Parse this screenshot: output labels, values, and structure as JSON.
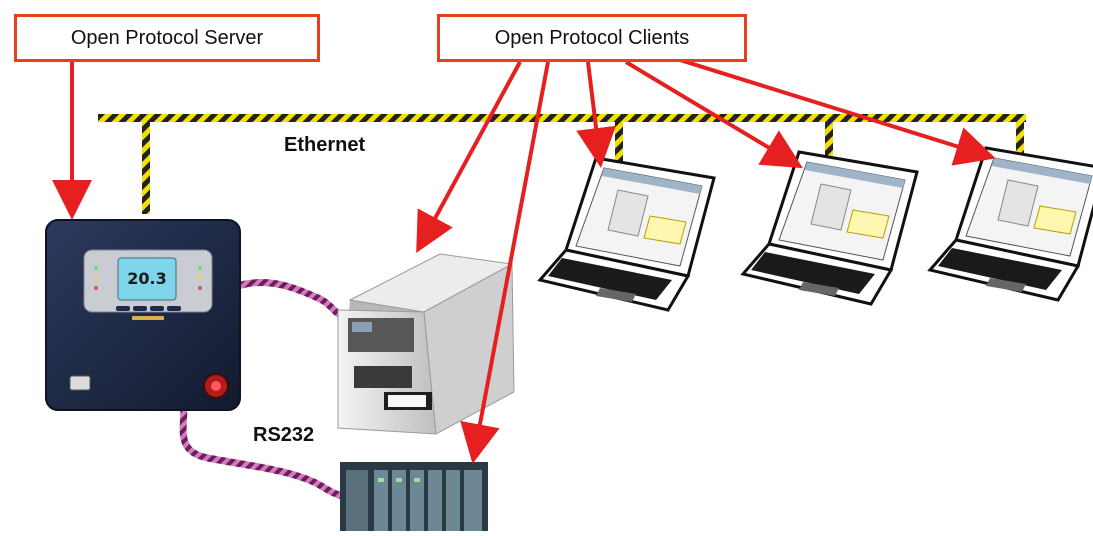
{
  "callouts": {
    "server": "Open Protocol Server",
    "clients": "Open Protocol Clients"
  },
  "networks": {
    "ethernet": "Ethernet",
    "serial": "RS232"
  },
  "controller": {
    "display_value": "20.3"
  },
  "colors": {
    "callout_border": "#e8401c",
    "arrow": "#e62020",
    "ethernet_stripe_yellow": "#f2e000",
    "ethernet_stripe_black": "#222222",
    "serial_cable": "#b0368f",
    "controller_body": "#1c2640",
    "screen": "#7fd6ea"
  },
  "icons": [
    "controller-device",
    "label-printer",
    "plc-rack",
    "laptop",
    "arrow"
  ]
}
